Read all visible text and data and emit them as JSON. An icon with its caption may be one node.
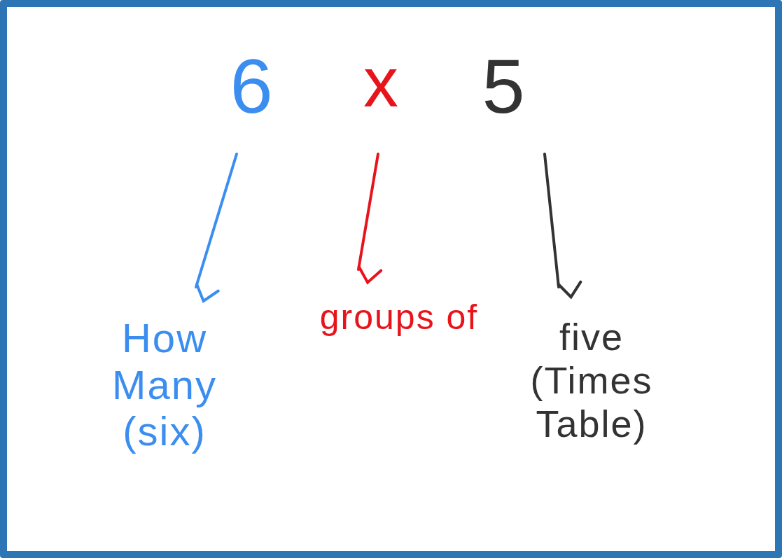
{
  "diagram": {
    "nodes": [
      {
        "text": [
          "6"
        ]
      },
      {
        "text": [
          "x"
        ]
      },
      {
        "text": [
          "5"
        ]
      },
      {
        "text": [
          "How Many (six)"
        ]
      },
      {
        "text": [
          "groups of"
        ]
      },
      {
        "text": [
          "five",
          "(Times Table)"
        ]
      }
    ],
    "edges": [
      {
        "from": 0,
        "to": 3,
        "arrow": "to",
        "color": "#3b8ef0"
      },
      {
        "from": 1,
        "to": 4,
        "arrow": "to",
        "color": "#e8141c"
      },
      {
        "from": 2,
        "to": 5,
        "arrow": "to",
        "color": "#333333"
      }
    ]
  }
}
